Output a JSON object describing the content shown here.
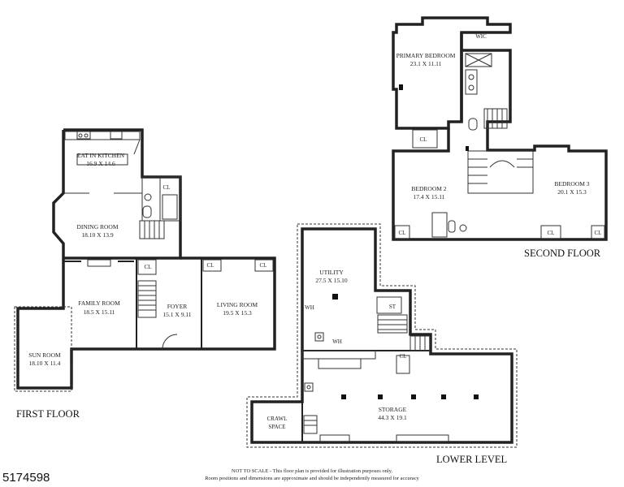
{
  "floors": {
    "first": "FIRST FLOOR",
    "second": "SECOND FLOOR",
    "lower": "LOWER LEVEL"
  },
  "rooms": {
    "kitchen": {
      "name": "EAT IN KITCHEN",
      "dim": "16.9 X 14.6"
    },
    "dining": {
      "name": "DINING ROOM",
      "dim": "18.10 X 13.9"
    },
    "family": {
      "name": "FAMILY ROOM",
      "dim": "18.5 X 15.11"
    },
    "foyer": {
      "name": "FOYER",
      "dim": "15.1 X 9.11"
    },
    "living": {
      "name": "LIVING ROOM",
      "dim": "19.5 X 15.3"
    },
    "sun": {
      "name": "SUN ROOM",
      "dim": "18.10 X 11.4"
    },
    "primary": {
      "name": "PRIMARY BEDROOM",
      "dim": "23.1 X 11.11"
    },
    "bed2": {
      "name": "BEDROOM 2",
      "dim": "17.4 X 15.11"
    },
    "bed3": {
      "name": "BEDROOM 3",
      "dim": "20.1 X 15.3"
    },
    "utility": {
      "name": "UTILITY",
      "dim": "27.5 X 15.10"
    },
    "storage": {
      "name": "STORAGE",
      "dim": "44.3 X 19.1"
    },
    "crawl1": {
      "name": "CRAWL"
    },
    "crawl2": {
      "name": "SPACE"
    }
  },
  "labels": {
    "cl": "CL",
    "wic": "WIC",
    "wh": "WH",
    "st": "ST"
  },
  "listing_id": "5174598",
  "disclaimer": {
    "line1": "NOT TO SCALE - This floor plan is provided for illustration purposes only.",
    "line2": "Room positions and dimensions are approximate and should be independently measured for accuracy"
  }
}
